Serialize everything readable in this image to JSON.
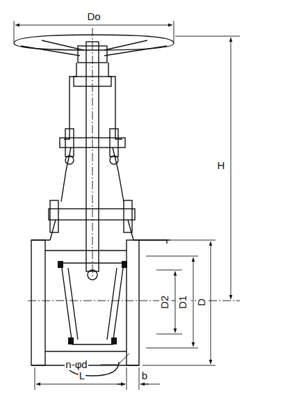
{
  "diagram": {
    "labels": [
      "Do",
      "H",
      "D2",
      "D1",
      "D",
      "n-φd",
      "L",
      "b"
    ]
  }
}
